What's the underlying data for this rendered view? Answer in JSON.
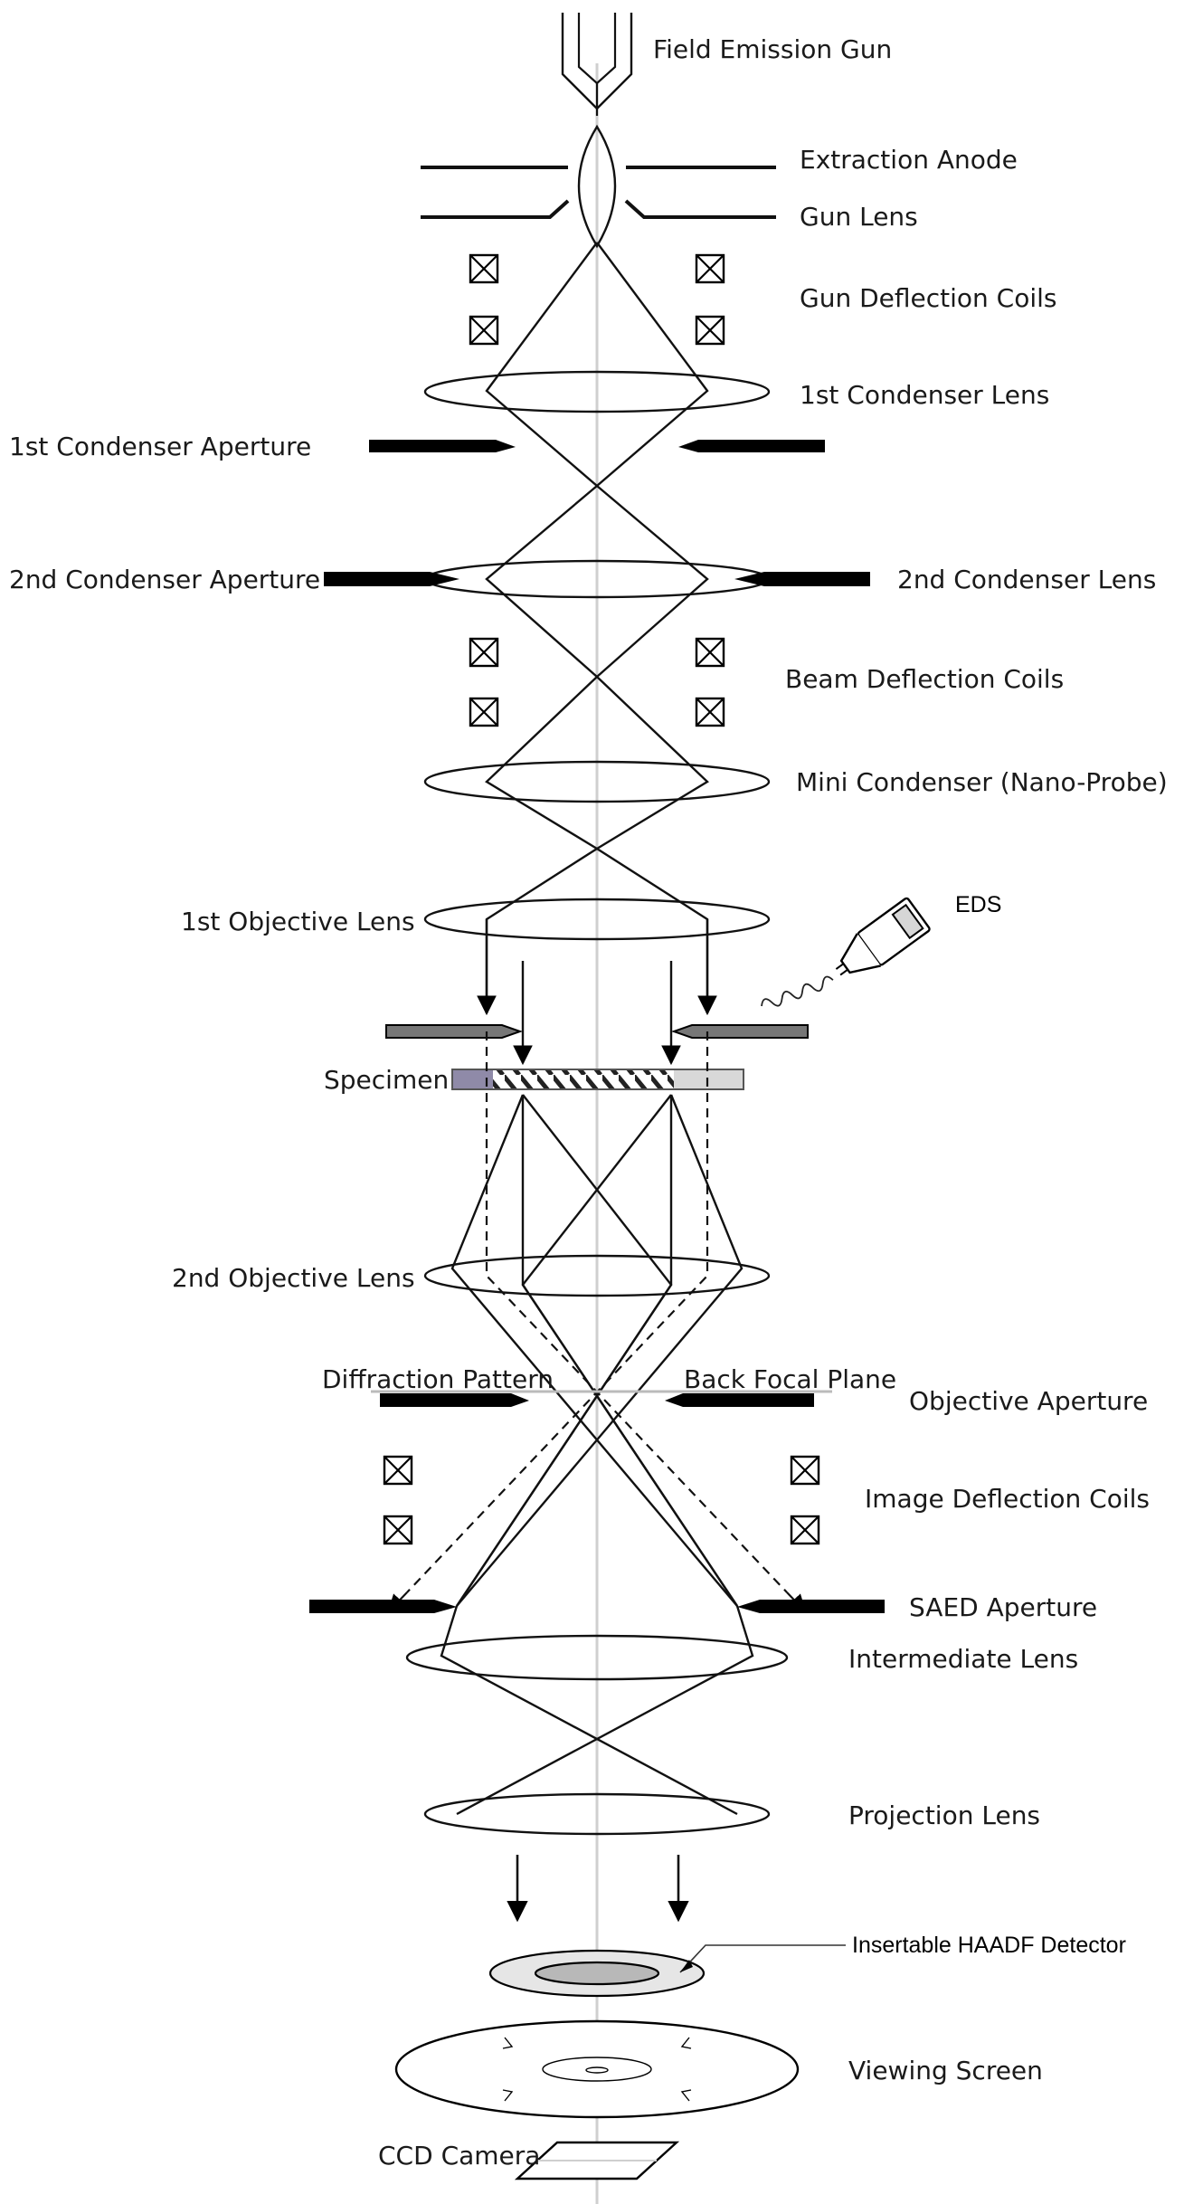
{
  "colors": {
    "axis": "#cfcfcf",
    "ink": "#111111",
    "specimen_tint": "#8f8aa8",
    "specimen_light": "#d8d8d8",
    "aperture_gray": "#777777",
    "haadf_outer": "#e6e6e6",
    "haadf_inner": "#b8b8b8"
  },
  "labels": {
    "field_emission_gun": "Field Emission Gun",
    "extraction_anode": "Extraction Anode",
    "gun_lens": "Gun Lens",
    "gun_deflection_coils": "Gun Deflection Coils",
    "first_condenser_lens": "1st Condenser Lens",
    "first_condenser_aperture": "1st Condenser Aperture",
    "second_condenser_aperture": "2nd Condenser Aperture",
    "second_condenser_lens": "2nd Condenser Lens",
    "beam_deflection_coils": "Beam Deflection Coils",
    "mini_condenser": "Mini Condenser (Nano-Probe)",
    "first_objective_lens": "1st Objective Lens",
    "eds": "EDS",
    "specimen": "Specimen",
    "second_objective_lens": "2nd Objective Lens",
    "diffraction_pattern": "Diffraction Pattern",
    "back_focal_plane": "Back Focal Plane",
    "objective_aperture": "Objective Aperture",
    "image_deflection_coils": "Image Deflection Coils",
    "saed_aperture": "SAED Aperture",
    "intermediate_lens": "Intermediate Lens",
    "projection_lens": "Projection Lens",
    "haadf_detector": "Insertable HAADF Detector",
    "viewing_screen": "Viewing Screen",
    "ccd_camera": "CCD Camera"
  }
}
